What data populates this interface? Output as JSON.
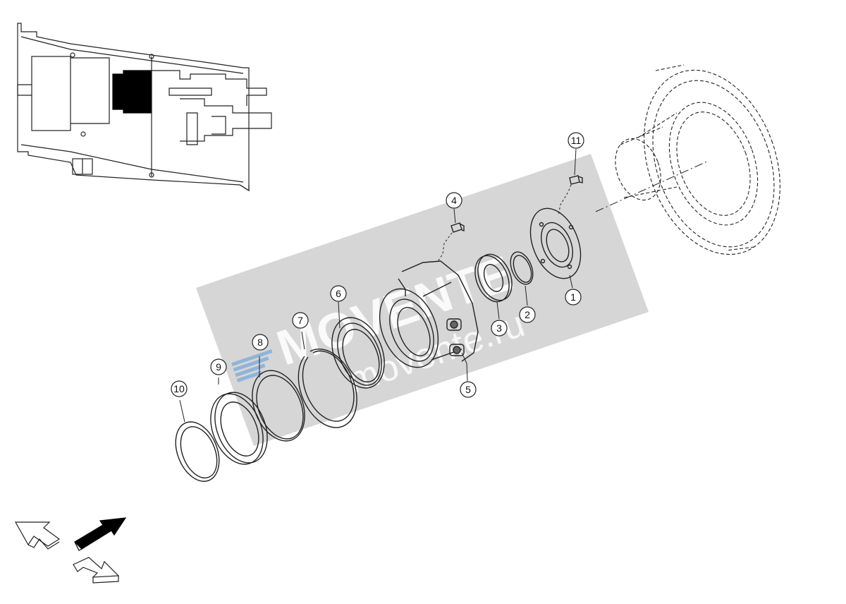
{
  "watermark": {
    "brand": "MOVENTE",
    "site": "movente.ru"
  },
  "callouts": [
    {
      "id": "1",
      "label": "1"
    },
    {
      "id": "2",
      "label": "2"
    },
    {
      "id": "3",
      "label": "3"
    },
    {
      "id": "4",
      "label": "4"
    },
    {
      "id": "5",
      "label": "5"
    },
    {
      "id": "6",
      "label": "6"
    },
    {
      "id": "7",
      "label": "7"
    },
    {
      "id": "8",
      "label": "8"
    },
    {
      "id": "9",
      "label": "9"
    },
    {
      "id": "10",
      "label": "10"
    },
    {
      "id": "11",
      "label": "11"
    }
  ],
  "navigation": {
    "back_icon": "arrow-left-outline-icon",
    "forward_icon": "arrow-up-right-filled-icon",
    "down_icon": "arrow-down-right-outline-icon"
  },
  "colors": {
    "line": "#222222",
    "watermark_band": "#c8c8c8",
    "watermark_text": "#ffffff",
    "watermark_logo": "#8fb4d9",
    "highlight": "#000000"
  }
}
